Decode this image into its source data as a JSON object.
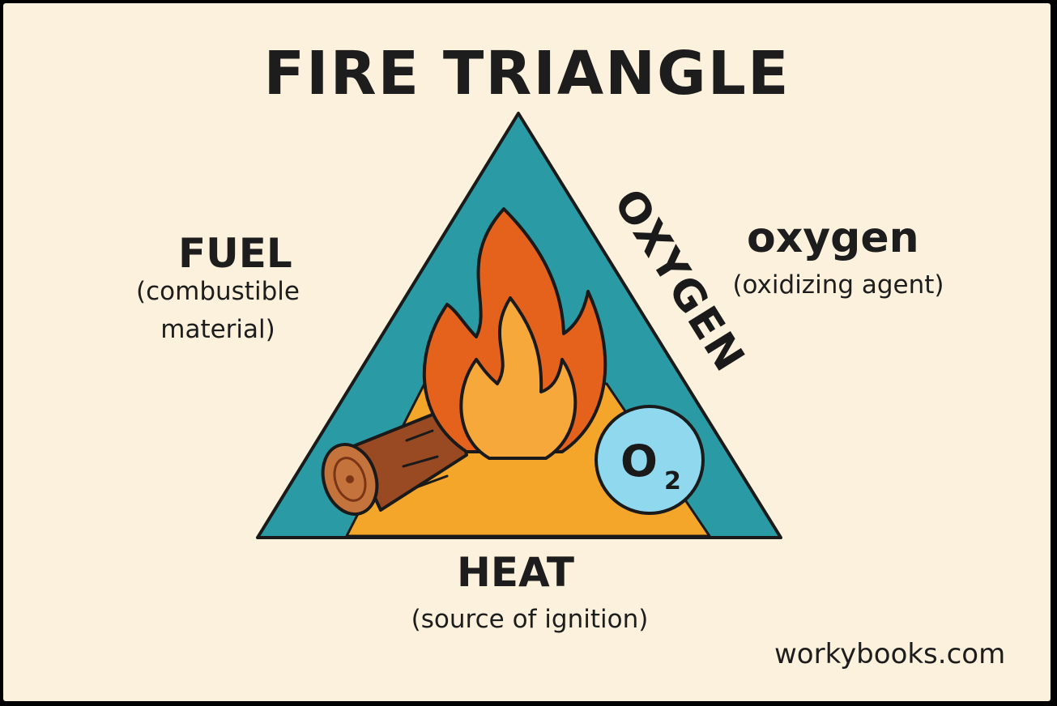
{
  "title": "FIRE TRIANGLE",
  "fuel": {
    "heading": "FUEL",
    "description": "(combustible material)"
  },
  "oxygen": {
    "side_label": "OXYGEN",
    "heading": "oxygen",
    "description": "(oxidizing agent)"
  },
  "heat": {
    "heading": "HEAT",
    "description": "(source of ignition)"
  },
  "oxygen_symbol": {
    "letter": "O",
    "subscript": "2"
  },
  "brand": "workybooks.com",
  "colors": {
    "background": "#fcf1dc",
    "triangle": "#2a9aa4",
    "heat_fill": "#f4a62a",
    "flame_outer": "#e5621d",
    "flame_inner": "#f6a93a",
    "log": "#9a4a22",
    "o2_circle": "#8fd8ee"
  }
}
